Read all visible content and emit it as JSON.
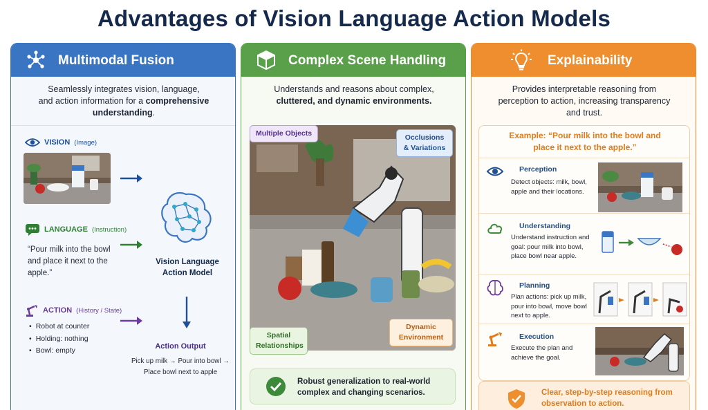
{
  "title": "Advantages of Vision Language Action Models",
  "colors": {
    "blue": "#3a75c4",
    "green": "#5aa04b",
    "orange": "#ef8e2f",
    "navy": "#15294d"
  },
  "multimodal": {
    "heading": "Multimodal Fusion",
    "icon": "network-icon",
    "intro_a": "Seamlessly integrates vision, language,",
    "intro_b": "and action information for a ",
    "intro_bold": "comprehensive understanding",
    "intro_c": ".",
    "vision_label": "VISION",
    "vision_sub": "(Image)",
    "language_label": "LANGUAGE",
    "language_sub": "(Instruction)",
    "instruction": "“Pour milk into the bowl and place it next to the apple.”",
    "action_label": "ACTION",
    "action_sub": "(History / State)",
    "state": [
      "Robot at counter",
      "Holding: nothing",
      "Bowl: empty"
    ],
    "model_label": "Vision Language Action Model",
    "output_label": "Action Output",
    "output_text": "Pick up milk → Pour into bowl → Place bowl next to apple"
  },
  "scene": {
    "heading": "Complex Scene Handling",
    "icon": "cube-icon",
    "intro_a": "Understands and reasons about complex,",
    "intro_bold": "cluttered, and dynamic environments.",
    "callouts": {
      "objects": "Multiple Objects",
      "occlusions": "Occlusions & Variations",
      "spatial": "Spatial Relationships",
      "dynamic": "Dynamic Environment"
    },
    "robust": "Robust generalization to real-world complex and changing scenarios."
  },
  "explain": {
    "heading": "Explainability",
    "icon": "lightbulb-icon",
    "intro": "Provides interpretable reasoning from perception to action, increasing transparency and trust.",
    "example": "Example: “Pour milk into the bowl and place it next to the apple.”",
    "steps": [
      {
        "name": "Perception",
        "desc": "Detect objects: milk, bowl, apple and their locations."
      },
      {
        "name": "Understanding",
        "desc": "Understand instruction and goal: pour milk into bowl, place bowl near apple."
      },
      {
        "name": "Planning",
        "desc": "Plan actions: pick up milk, pour into bowl, move bowl next to apple."
      },
      {
        "name": "Execution",
        "desc": "Execute the plan and achieve the goal."
      }
    ],
    "summary": "Clear, step-by-step reasoning from observation to action."
  }
}
